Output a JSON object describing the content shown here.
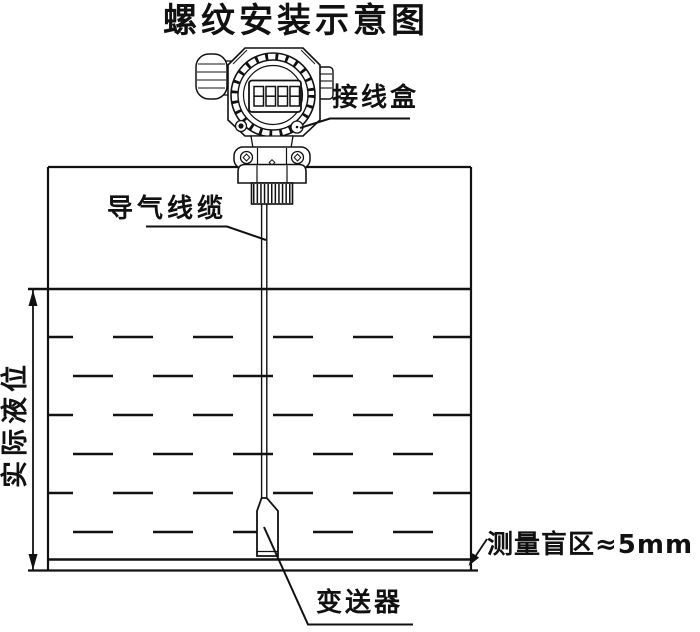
{
  "title": "螺纹安装示意图",
  "labels": {
    "junction_box": "接线盒",
    "vent_cable": "导气线缆",
    "actual_level": "实际液位",
    "transmitter": "变送器",
    "blind_zone": "测量盲区≈5mm"
  },
  "device": {
    "display_value": "8888",
    "display_digit_cells": 4
  },
  "colors": {
    "line": "#111111",
    "background": "#ffffff"
  }
}
